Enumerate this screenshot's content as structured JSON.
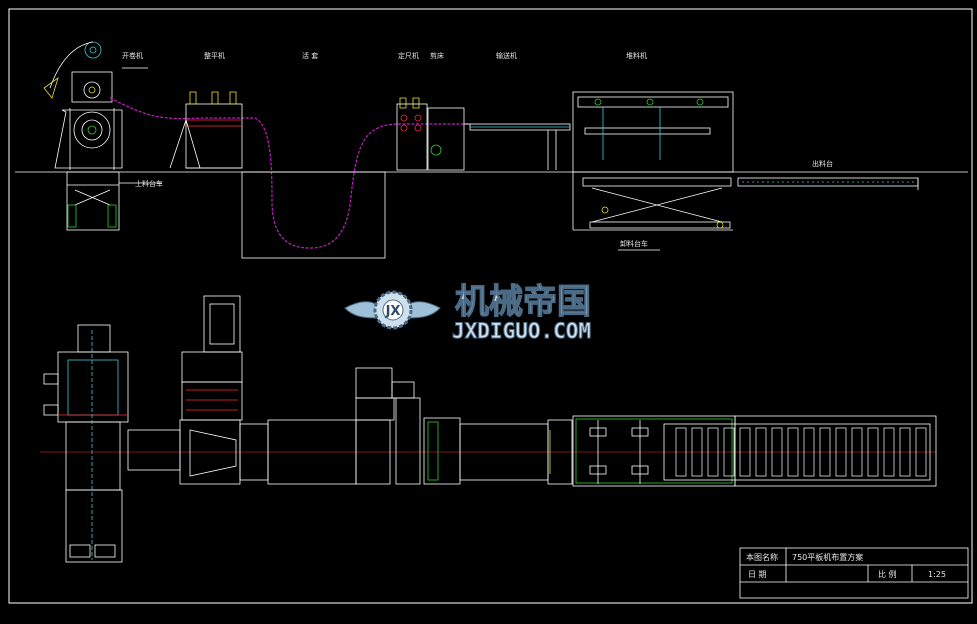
{
  "labels": {
    "uncoiler": "开卷机",
    "leveler": "整平机",
    "loop_pit": "活 套",
    "feeder": "定尺机",
    "shear": "剪床",
    "conveyor": "输送机",
    "stacker": "堆料机",
    "unload_table": "出料台",
    "coil_car": "上料台车",
    "lift_car": "卸料台车"
  },
  "watermark": {
    "logo_letters": "JX",
    "cn": "机械帝国",
    "en": "JXDIGUO.COM"
  },
  "title_block": {
    "name_label": "本图名称",
    "name_value": "750平板机布置方案",
    "date_label": "日 期",
    "date_value": "",
    "scale_label": "比 例",
    "scale_value": "1:25"
  },
  "colors": {
    "background": "#000000",
    "lines": "#ffffff",
    "strip": "#c020c0",
    "accent_red": "#ff2a2a",
    "accent_green": "#2ecc2e",
    "accent_cyan": "#3cc8d8",
    "accent_yellow": "#e6e02a",
    "accent_blue": "#3b6cff"
  }
}
